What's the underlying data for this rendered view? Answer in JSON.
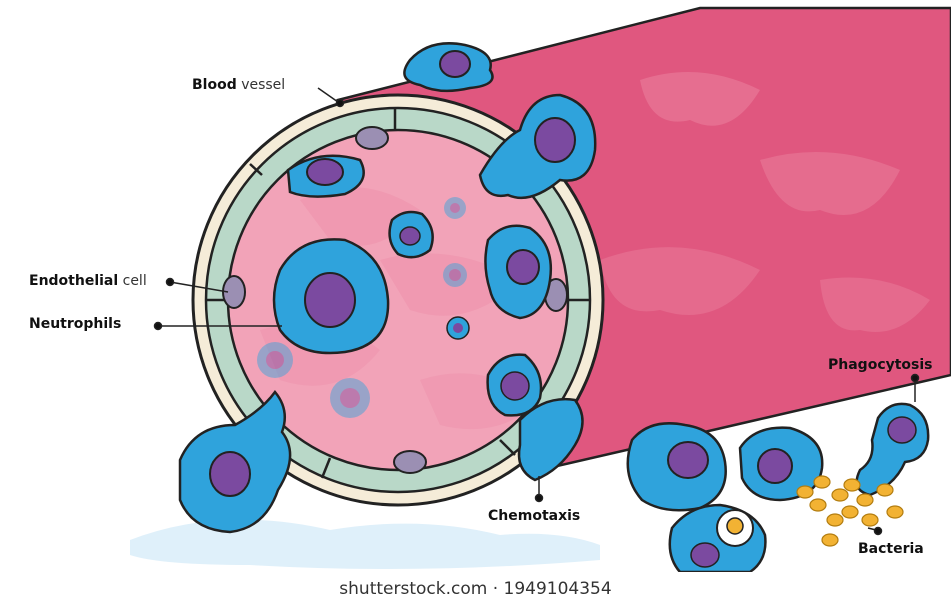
{
  "labels": {
    "blood_vessel_bold": "Blood",
    "blood_vessel_light": "vessel",
    "endothelial_bold": "Endothelial",
    "endothelial_light": "cell",
    "neutrophils": "Neutrophils",
    "phagocytosis": "Phagocytosis",
    "chemotaxis": "Chemotaxis",
    "bacteria": "Bacteria"
  },
  "watermark": "shutterstock.com · 1949104354",
  "colors": {
    "vessel_outer": "#e0577f",
    "vessel_lumen": "#f2a3b8",
    "endothelium": "#b9d8c8",
    "neutrophil": "#2fa3dc",
    "nucleus": "#7b4aa0",
    "bacteria": "#f2b233"
  }
}
